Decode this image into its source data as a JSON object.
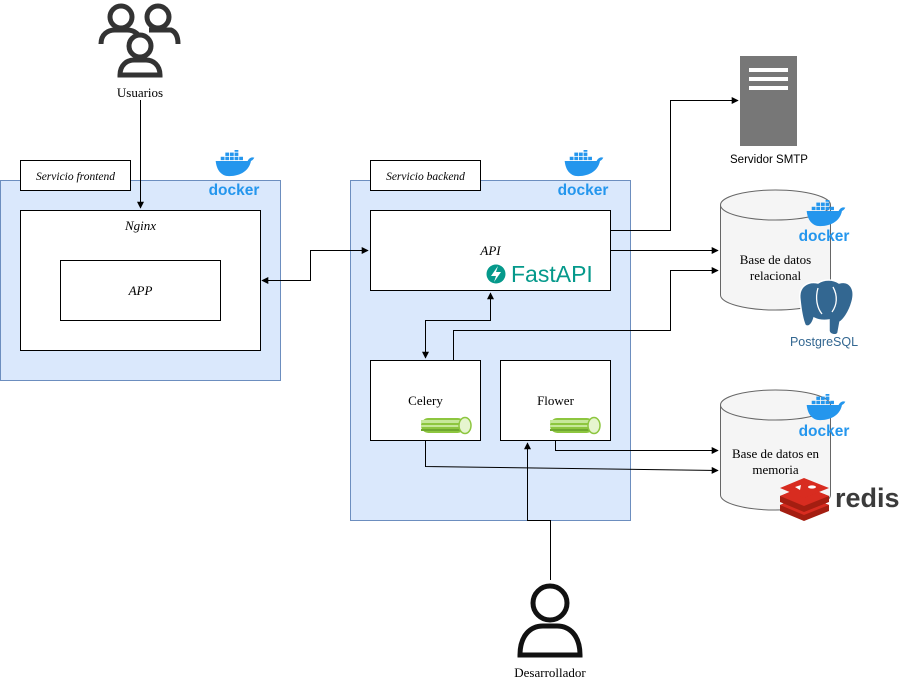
{
  "nodes": {
    "usuarios": "Usuarios",
    "frontend_container": "Servicio frontend",
    "nginx": "Nginx",
    "app": "APP",
    "backend_container": "Servicio backend",
    "api": "API",
    "celery": "Celery",
    "flower": "Flower",
    "smtp": "Servidor SMTP",
    "db_relacional": [
      "Base de datos",
      "relacional"
    ],
    "db_memoria": [
      "Base de datos en",
      "memoria"
    ],
    "desarrollador": "Desarrollador"
  },
  "logos": {
    "docker": "docker",
    "fastapi": "FastAPI",
    "postgres": "PostgreSQL",
    "redis": "redis"
  },
  "colors": {
    "container_fill": "#dae8fc",
    "container_stroke": "#6c8ebf",
    "docker_blue": "#2496ed",
    "fastapi_teal": "#05998b",
    "celery_green": "#a5d86e",
    "redis_red": "#d82c20",
    "postgres_blue": "#336791",
    "smtp_gray": "#777777"
  }
}
